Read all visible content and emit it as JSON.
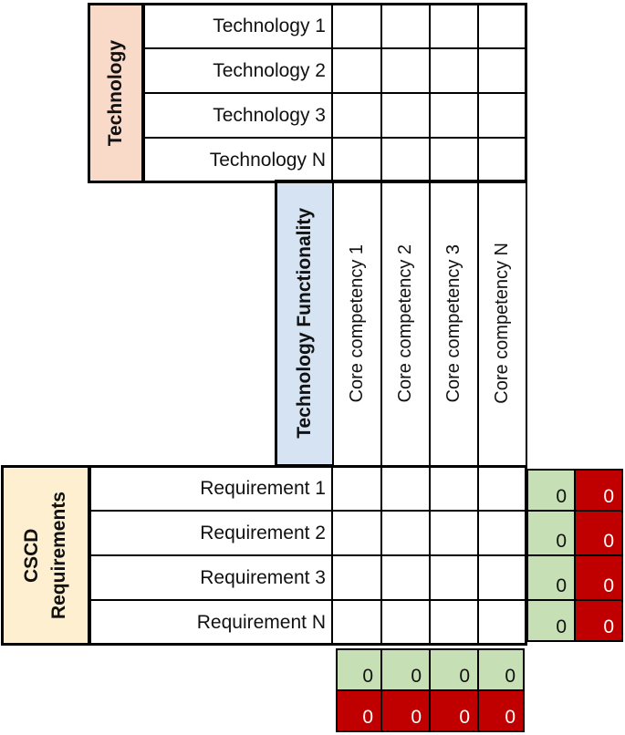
{
  "technology_block": {
    "header": "Technology",
    "rows": [
      "Technology 1",
      "Technology 2",
      "Technology 3",
      "Technology N"
    ]
  },
  "functionality_block": {
    "header": "Technology Functionality",
    "columns": [
      "Core competency 1",
      "Core competency 2",
      "Core competency 3",
      "Core competency N"
    ]
  },
  "requirements_block": {
    "header_line1": "CSCD",
    "header_line2": "Requirements",
    "rows": [
      "Requirement 1",
      "Requirement 2",
      "Requirement 3",
      "Requirement N"
    ]
  },
  "row_totals": {
    "green": [
      "0",
      "0",
      "0",
      "0"
    ],
    "red": [
      "0",
      "0",
      "0",
      "0"
    ]
  },
  "column_totals": {
    "green": [
      "0",
      "0",
      "0",
      "0"
    ],
    "red": [
      "0",
      "0",
      "0",
      "0"
    ]
  },
  "colors": {
    "technology_header": "#f9d9c8",
    "functionality_header": "#d5e3f3",
    "requirements_header": "#fdefcf",
    "green_total": "#c6dfb4",
    "red_total": "#c00000"
  }
}
